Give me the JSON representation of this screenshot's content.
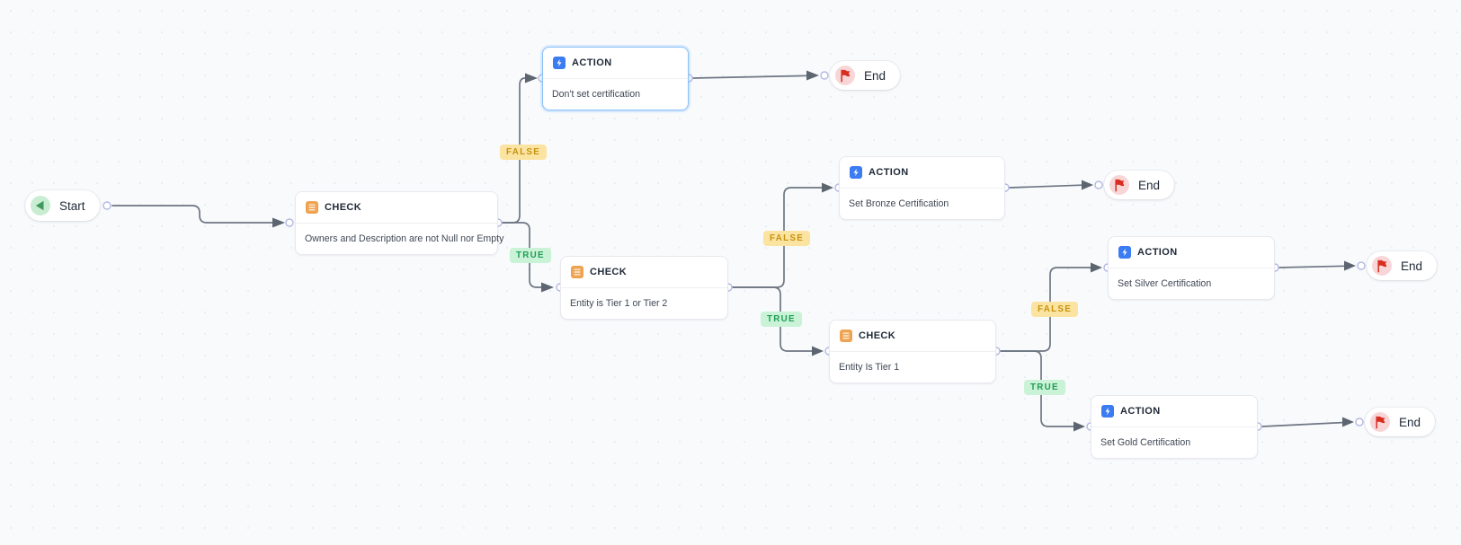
{
  "diagram": {
    "type": "workflow-flowchart",
    "badge_labels": {
      "true": "TRUE",
      "false": "FALSE"
    },
    "colors": {
      "canvas_bg": "#f8fafc",
      "edge": "#6e7683",
      "port_ring": "#b3b9e3",
      "true_badge_bg": "#c9f2d6",
      "true_badge_text": "#1f9d55",
      "false_badge_bg": "#fbe3a1",
      "false_badge_text": "#c6930f",
      "check_icon": "#efa351",
      "action_icon": "#3b7cf2",
      "start_icon_bg": "#c9edd3",
      "start_icon_fg": "#3e9a5e",
      "end_icon_bg": "#f8d6d8",
      "end_icon_fg": "#d92d20",
      "selected_border": "#8cc1f7"
    },
    "nodes": {
      "start": {
        "label": "Start"
      },
      "check_owners": {
        "type_label": "CHECK",
        "description": "Owners and Description are not Null nor Empty"
      },
      "action_dont_set": {
        "type_label": "ACTION",
        "description": "Don't set certification",
        "selected": true
      },
      "end_top": {
        "label": "End"
      },
      "check_tier1_or_2": {
        "type_label": "CHECK",
        "description": "Entity is Tier 1 or Tier 2"
      },
      "action_bronze": {
        "type_label": "ACTION",
        "description": "Set Bronze Certification"
      },
      "end_bronze": {
        "label": "End"
      },
      "check_tier1": {
        "type_label": "CHECK",
        "description": "Entity Is Tier 1"
      },
      "action_silver": {
        "type_label": "ACTION",
        "description": "Set Silver Certification"
      },
      "end_silver": {
        "label": "End"
      },
      "action_gold": {
        "type_label": "ACTION",
        "description": "Set Gold Certification"
      },
      "end_gold": {
        "label": "End"
      }
    }
  }
}
